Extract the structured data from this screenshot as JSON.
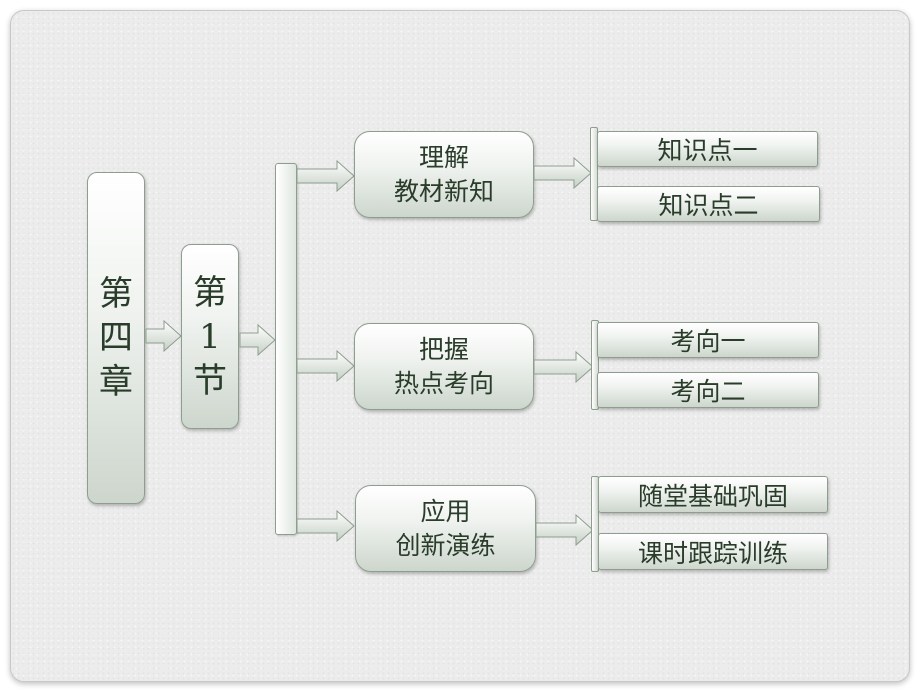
{
  "chapter": {
    "chars": [
      "第",
      "四",
      "章"
    ]
  },
  "section": {
    "chars": [
      "第",
      "1",
      "节"
    ]
  },
  "branches": [
    {
      "title_line1": "理解",
      "title_line2": "教材新知",
      "items": [
        "知识点一",
        "知识点二"
      ]
    },
    {
      "title_line1": "把握",
      "title_line2": "热点考向",
      "items": [
        "考向一",
        "考向二"
      ]
    },
    {
      "title_line1": "应用",
      "title_line2": "创新演练",
      "items": [
        "随堂基础巩固",
        "课时跟踪训练"
      ]
    }
  ],
  "colors": {
    "text": "#2a3d2a",
    "border": "#8e9e8e",
    "background": "#ececec"
  }
}
